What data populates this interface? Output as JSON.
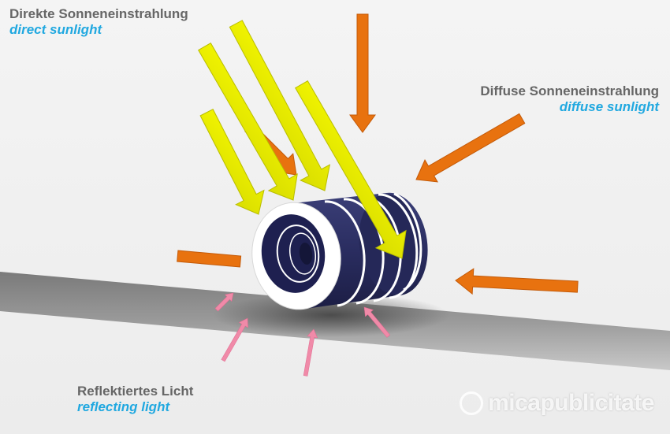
{
  "labels": {
    "direct_de": "Direkte Sonneneinstrahlung",
    "direct_en": "direct sunlight",
    "diffuse_de": "Diffuse Sonneneinstrahlung",
    "diffuse_en": "diffuse sunlight",
    "reflect_de": "Reflektiertes Licht",
    "reflect_en": "reflecting light"
  },
  "watermark": "micapublicitate",
  "colors": {
    "direct": "#e8ec00",
    "diffuse": "#e8720f",
    "reflected": "#f08aa8",
    "cylinder": "#2c2f63",
    "stripe": "#ffffff",
    "ground": "#8c8c8c"
  },
  "icons": [
    "direct-sunlight-arrow",
    "diffuse-sunlight-arrow",
    "reflected-light-arrow",
    "cylindrical-solar-module"
  ]
}
